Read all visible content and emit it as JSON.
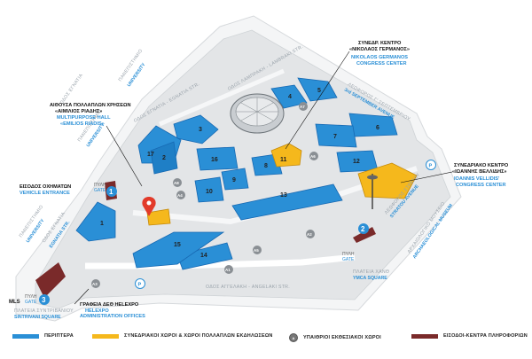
{
  "colors": {
    "hall_blue": "#2a8fd6",
    "hall_dark": "#1769b3",
    "congress_yellow": "#f5b81c",
    "entrance_red": "#7a2a2a",
    "ground": "#e3e5e7",
    "road": "#f4f5f6",
    "outdoor_grey": "#8a8f94"
  },
  "streets": {
    "egnatia_top": "ΟΔΟΣ ΕΓΝΑΤΙΑ - EGNATIA STR.",
    "lambraki": "ΟΔΟΣ ΛΑΜΠΡΑΚΗ - LAMBRAKI STR.",
    "september_3": "ΛΕΩΦΟΡΟΣ Γ' ΣΕΠΤΕΜΒΡΙΟΥ",
    "september_3_en": "3rd SEPTEMBER AVENUE",
    "stratou": "ΛΕΩΦΟΡΟΣ ΣΤΡΑΤΟΥ",
    "stratou_en": "STRATOU AVENUE",
    "archaeological": "ΑΡΧΑΙΟΛΟΓΙΚΟ ΜΟΥΣΕΙΟ",
    "archaeological_en": "ARCHAEOLOGICAL MUSEUM",
    "angelaki": "ΟΔΟΣ ΑΓΓΕΛΑΚΗ - ANGELAKI STR.",
    "panepistimio_top": "ΠΑΝΕΠΙΣΤΗΜΙΟ",
    "university_top": "UNIVERSITY",
    "egnatia_side": "ΟΔΟΣ ΕΓΝΑΤΙΑ",
    "panepistimio_mid": "ΠΑΝΕΠΙΣΤΗΜΙΟ",
    "university_mid": "UNIVERSITY",
    "panepistimio_left": "ΠΑΝΕΠΙΣΤΗΜΙΟ",
    "university_left": "UNIVERSITY",
    "egnatia_left": "ΟΔΟΣ ΕΓΝΑΤΙΑ",
    "egnatia_left_en": "EGNATIA STR."
  },
  "labels": {
    "emilios_gr": "ΑΙΘΟΥΣΑ ΠΟΛΛΑΠΛΩΝ ΧΡΗΣΕΩΝ",
    "emilios_gr2": "«ΑΙΜΙΛΙΟΣ ΡΙΑΔΗΣ»",
    "emilios_en": "MULTIPURPOSE HALL",
    "emilios_en2": "«EMILIOS RIADIS»",
    "germanos_gr": "ΣΥΝΕΔΡ. ΚΕΝΤΡΟ",
    "germanos_gr2": "«ΝΙΚΟΛΑΟΣ ΓΕΡΜΑΝΟΣ»",
    "germanos_en": "NIKOLAOS GERMANOS",
    "germanos_en2": "CONGRESS CENTER",
    "vellidis_gr": "ΣΥΝΕΔΡΙΑΚΟ ΚΕΝΤΡΟ",
    "vellidis_gr2": "«ΙΩΑΝΝΗΣ ΒΕΛΛΙΔΗΣ»",
    "vellidis_en": "IOANNIS VELLIDIS'",
    "vellidis_en2": "CONGRESS CENTER",
    "vehicle_gr": "ΕΙΣΟΔΟΣ ΟΧΗΜΑΤΩΝ",
    "vehicle_en": "VEHICLE ENTRANCE",
    "offices_gr": "ΓΡΑΦΕΙΑ ΔΕΘ HELEXPO",
    "offices_en": "HELEXPO",
    "offices_en2": "ADMINISTRATION OFFICES",
    "ymca_gr": "ΠΛΑΤΕΙΑ ΧΑΝΘ",
    "ymca_en": "YMCA SQUARE",
    "sintrivani_gr": "ΠΛΑΤΕΙΑ ΣΥΝΤΡΙΒΑΝΙΟΥ",
    "sintrivani_en": "SINTRIVANI SQUARE",
    "mls": "MLS"
  },
  "gates": [
    {
      "num": "1",
      "gr": "ΠΥΛΗ",
      "en": "GATE"
    },
    {
      "num": "2",
      "gr": "ΠΥΛΗ",
      "en": "GATE"
    },
    {
      "num": "3",
      "gr": "ΠΥΛΗ",
      "en": "GATE"
    }
  ],
  "halls": [
    "1",
    "2",
    "3",
    "4",
    "5",
    "6",
    "7",
    "8",
    "9",
    "10",
    "11",
    "12",
    "13",
    "14",
    "15",
    "16",
    "17"
  ],
  "outdoor": [
    "A1",
    "A2",
    "A3",
    "A4",
    "A5",
    "A6",
    "A7",
    "A8"
  ],
  "legend": {
    "halls": "ΠΕΡΙΠΤΕΡΑ",
    "congress": "ΣΥΝΕΔΡΙΑΚΟΙ ΧΩΡΟΙ & ΧΩΡΟΙ ΠΟΛΛΑΠΛΩΝ ΕΚΔΗΛΩΣΕΩΝ",
    "outdoor": "ΥΠΑΙΘΡΙΟΙ ΕΚΘΕΣΙΑΚΟΙ ΧΩΡΟΙ",
    "outdoor_badge": "A",
    "entrances": "ΕΙΣΟΔΟΙ-ΚΕΝΤΡΑ ΠΛΗΡΟΦΟΡΙΩΝ"
  },
  "parking": "P"
}
